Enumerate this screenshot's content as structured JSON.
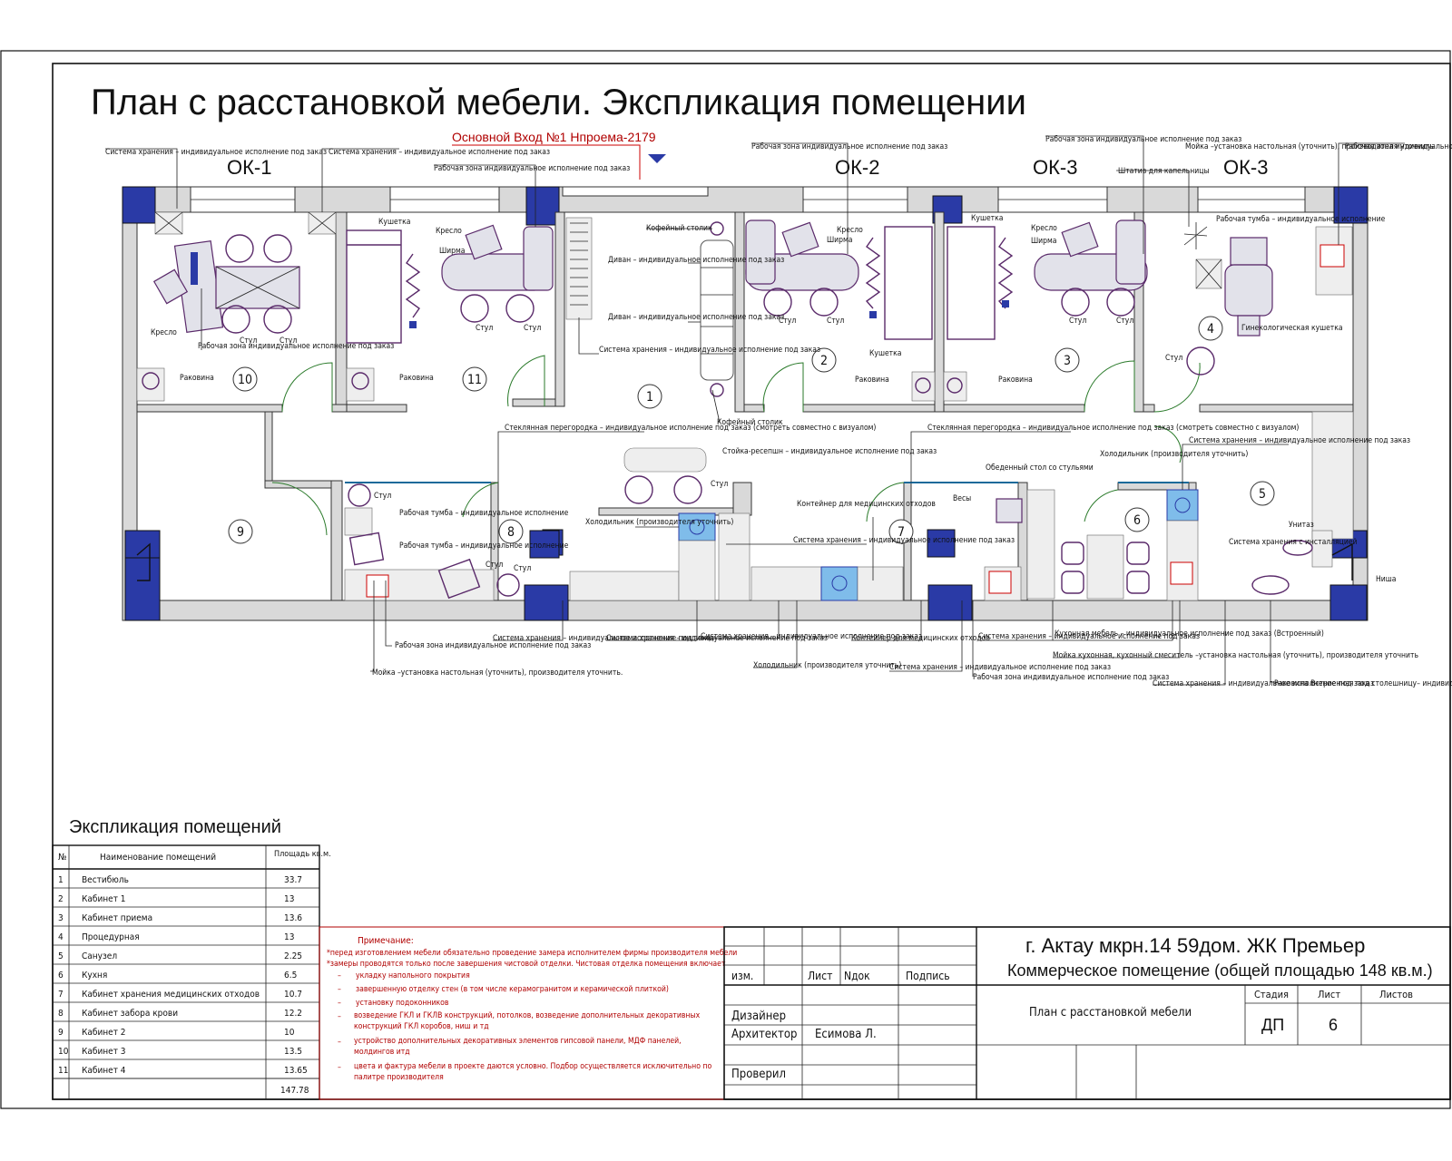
{
  "title": "План с расстановкой мебели. Экспликация помещении",
  "entrance": "Основной Вход №1 Нпроема-2179",
  "windows": [
    "ОК-1",
    "ОК-2",
    "ОК-3",
    "ОК-3"
  ],
  "room_numbers": [
    "1",
    "2",
    "3",
    "4",
    "5",
    "6",
    "7",
    "8",
    "9",
    "10",
    "11"
  ],
  "labels": {
    "storage_custom_1": "Система хранения – индивидуальное исполнение под заказ",
    "storage_custom_2": "Система хранения – индивидуальное исполнение под заказ",
    "work_zone_top1": "Рабочая зона индивидуальное исполнение под заказ",
    "work_zone_top2": "Рабочая зона индивидуальное исполнение под заказ",
    "work_zone_top3": "Рабочая зона индивидуальное исполнение под заказ",
    "sink_tripod": "Штатив для капельницы",
    "sink_install": "Мойка –установка настольная (уточнить), производителя уточнить",
    "work_desk_top": "Рабочая зона индивидуальное исполнение под заказ",
    "couch": "Кушетка",
    "chair": "Кресло",
    "screen": "Ширма",
    "stool": "Стул",
    "sink": "Раковина",
    "coffee_table": "Кофейный столик",
    "sofa_1": "Диван – индивидуальное исполнение под заказ",
    "sofa_2": "Диван – индивидуальное исполнение под заказ",
    "storage_lobby": "Система хранения – индивидуальное исполнение под заказ",
    "work_zone_10": "Рабочая зона индивидуальное исполнение под заказ",
    "work_stand": "Рабочая тумба – индивидуальное исполнение",
    "gyn_couch": "Гинекологическая кушетка",
    "glass_partition_1": "Стеклянная перегородка – индивидуальное исполнение под заказ (смотреть совместно с визуалом)",
    "reception": "Стойка-ресепшн – индивидуальное исполнение под заказ",
    "glass_partition_2": "Стеклянная перегородка – индивидуальное исполнение под заказ (смотреть совместно с визуалом)",
    "storage_5": "Система хранения – индивидуальное исполнение под заказ",
    "fridge_6": "Холодильник (производителя уточнить)",
    "dining_table": "Обеденный стол со стульями",
    "scales": "Весы",
    "med_container_top": "Контейнер для медицинских отходов",
    "storage_7": "Система хранения – индивидуальное исполнение под заказ",
    "fridge_8": "Холодильник (производителя уточнить)",
    "work_stand_8a": "Рабочая тумба – индивидуальное исполнение",
    "work_stand_8b": "Рабочая тумба – индивидуальное исполнение",
    "toilet": "Унитаз",
    "storage_toilet": "Система хранения с инсталляцией",
    "niche": "Ниша",
    "b_work_zone": "Рабочая зона индивидуальное исполнение под заказ",
    "b_sink": "Мойка –установка настольная (уточнить), производителя уточнить.",
    "b_storage_1": "Система хранения – индивидуальное исполнение под заказ",
    "b_storage_2": "Система хранения – индивидуальное исполнение под заказ",
    "b_storage_3": "Система хранения – индивидуальное исполнение под заказ",
    "b_fridge": "Холодильник (производителя уточнить)",
    "b_container": "Контейнер для медицинских отходов",
    "b_storage_4": "Система хранения – индивидуальное исполнение под заказ",
    "b_storage_5": "Система хранения – индивидуальное исполнение под заказ",
    "b_work_zone_2": "Рабочая зона индивидуальное исполнение под заказ",
    "b_kitchen": "Кухонная мебель – индивидуальное исполнение под заказ (Встроенный)",
    "b_sink_2": "Мойка кухонная, кухонный смеситель –установка настольная (уточнить), производителя уточнить",
    "b_storage_6": "Система хранения – индивидуальное исполнение под заказ",
    "b_basin": "Раковина Встроенная под столешницу– индивидуальное исполнение под заказ"
  },
  "explication": {
    "heading": "Экспликация помещений",
    "col_no": "№",
    "col_name": "Наименование помещений",
    "col_area": "Площадь кв.м.",
    "rows": [
      {
        "no": "1",
        "name": "Вестибюль",
        "area": "33.7"
      },
      {
        "no": "2",
        "name": "Кабинет 1",
        "area": "13"
      },
      {
        "no": "3",
        "name": "Кабинет приема",
        "area": "13.6"
      },
      {
        "no": "4",
        "name": "Процедурная",
        "area": "13"
      },
      {
        "no": "5",
        "name": "Санузел",
        "area": "2.25"
      },
      {
        "no": "6",
        "name": "Кухня",
        "area": "6.5"
      },
      {
        "no": "7",
        "name": "Кабинет хранения медицинских отходов",
        "area": "10.7"
      },
      {
        "no": "8",
        "name": "Кабинет забора крови",
        "area": "12.2"
      },
      {
        "no": "9",
        "name": "Кабинет 2",
        "area": "10"
      },
      {
        "no": "10",
        "name": "Кабинет 3",
        "area": "13.5"
      },
      {
        "no": "11",
        "name": "Кабинет 4",
        "area": "13.65"
      }
    ],
    "total": "147.78"
  },
  "notes": {
    "heading": "Примечание:",
    "lines": [
      "*перед изготовлением мебели обязательно проведение замера исполнителем фирмы производителя мебели",
      "*замеры проводятся только после завершения чистовой отделки. Чистовая отделка помещения включает",
      "укладку напольного покрытия",
      "завершенную отделку стен (в том числе керамогранитом и керамической плиткой)",
      "установку подоконников",
      "возведение ГКЛ и ГКЛВ конструкций, потолков, возведение дополнительных декоративных конструкций ГКЛ коробов, ниш и тд",
      "устройство дополнительных декоративных элементов гипсовой панели, МДФ панелей, молдингов итд",
      "цвета и фактура мебели в проекте даются условно. Подбор осуществляется исключительно по палитре производителя"
    ]
  },
  "stamp": {
    "address": "г. Актау мкрн.14 59дом. ЖК Премьер",
    "object": "Коммерческое помещение (общей площадью 148 кв.м.)",
    "sheet_title": "План с расстановкой мебели",
    "izm": "изм.",
    "list": "Лист",
    "ndok": "Nдок",
    "podpis": "Подпись",
    "designer": "Дизайнер",
    "architect": "Архитектор",
    "architect_name": "Есимова Л.",
    "checked": "Проверил",
    "stage_h": "Стадия",
    "sheet_h": "Лист",
    "sheets_h": "Листов",
    "stage": "ДП",
    "sheet": "6",
    "sheets": ""
  }
}
